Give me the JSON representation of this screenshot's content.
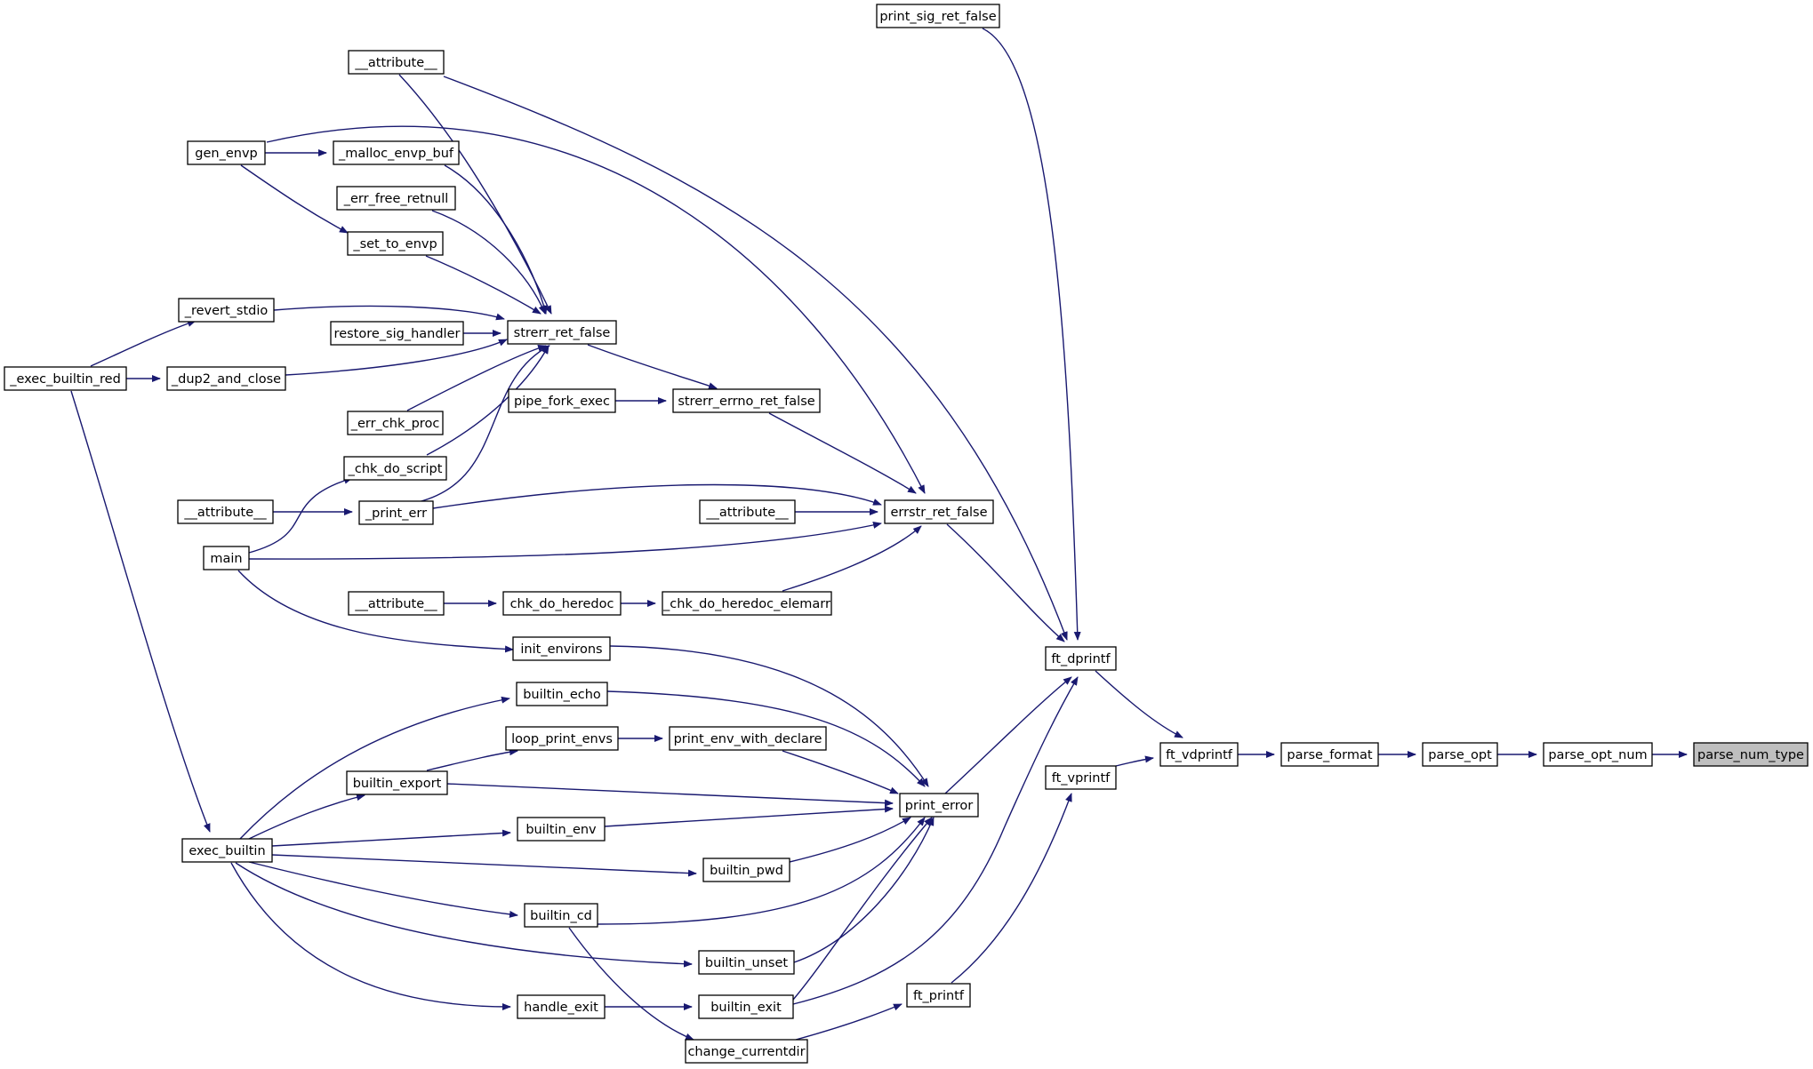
{
  "graph": {
    "edge_color": "#191970",
    "node_fill": "#ffffff",
    "highlight_fill": "#bfbfbf",
    "nodes": [
      {
        "id": "print_sig_ret_false",
        "label": "print_sig_ret_false"
      },
      {
        "id": "attr1",
        "label": "__attribute__"
      },
      {
        "id": "gen_envp",
        "label": "gen_envp"
      },
      {
        "id": "malloc_envp_buf",
        "label": "_malloc_envp_buf"
      },
      {
        "id": "err_free_retnull",
        "label": "_err_free_retnull"
      },
      {
        "id": "set_to_envp",
        "label": "_set_to_envp"
      },
      {
        "id": "revert_stdio",
        "label": "_revert_stdio"
      },
      {
        "id": "restore_sig_handler",
        "label": "restore_sig_handler"
      },
      {
        "id": "strerr_ret_false",
        "label": "strerr_ret_false"
      },
      {
        "id": "exec_builtin_red",
        "label": "_exec_builtin_red"
      },
      {
        "id": "dup2_and_close",
        "label": "_dup2_and_close"
      },
      {
        "id": "pipe_fork_exec",
        "label": "pipe_fork_exec"
      },
      {
        "id": "strerr_errno_ret_false",
        "label": "strerr_errno_ret_false"
      },
      {
        "id": "err_chk_proc",
        "label": "_err_chk_proc"
      },
      {
        "id": "chk_do_script",
        "label": "_chk_do_script"
      },
      {
        "id": "attr2",
        "label": "__attribute__"
      },
      {
        "id": "print_err",
        "label": "_print_err"
      },
      {
        "id": "attr3",
        "label": "__attribute__"
      },
      {
        "id": "errstr_ret_false",
        "label": "errstr_ret_false"
      },
      {
        "id": "main",
        "label": "main"
      },
      {
        "id": "attr4",
        "label": "__attribute__"
      },
      {
        "id": "chk_do_heredoc",
        "label": "chk_do_heredoc"
      },
      {
        "id": "chk_do_heredoc_elemarr",
        "label": "_chk_do_heredoc_elemarr"
      },
      {
        "id": "ft_dprintf",
        "label": "ft_dprintf"
      },
      {
        "id": "init_environs",
        "label": "init_environs"
      },
      {
        "id": "builtin_echo",
        "label": "builtin_echo"
      },
      {
        "id": "loop_print_envs",
        "label": "loop_print_envs"
      },
      {
        "id": "print_env_with_declare",
        "label": "print_env_with_declare"
      },
      {
        "id": "ft_vdprintf",
        "label": "ft_vdprintf"
      },
      {
        "id": "parse_format",
        "label": "parse_format"
      },
      {
        "id": "parse_opt",
        "label": "parse_opt"
      },
      {
        "id": "parse_opt_num",
        "label": "parse_opt_num"
      },
      {
        "id": "parse_num_type",
        "label": "parse_num_type"
      },
      {
        "id": "ft_vprintf",
        "label": "ft_vprintf"
      },
      {
        "id": "builtin_export",
        "label": "builtin_export"
      },
      {
        "id": "print_error",
        "label": "print_error"
      },
      {
        "id": "builtin_env",
        "label": "builtin_env"
      },
      {
        "id": "exec_builtin",
        "label": "exec_builtin"
      },
      {
        "id": "builtin_pwd",
        "label": "builtin_pwd"
      },
      {
        "id": "builtin_cd",
        "label": "builtin_cd"
      },
      {
        "id": "builtin_unset",
        "label": "builtin_unset"
      },
      {
        "id": "ft_printf",
        "label": "ft_printf"
      },
      {
        "id": "handle_exit",
        "label": "handle_exit"
      },
      {
        "id": "builtin_exit",
        "label": "builtin_exit"
      },
      {
        "id": "change_currentdir",
        "label": "change_currentdir"
      }
    ]
  }
}
